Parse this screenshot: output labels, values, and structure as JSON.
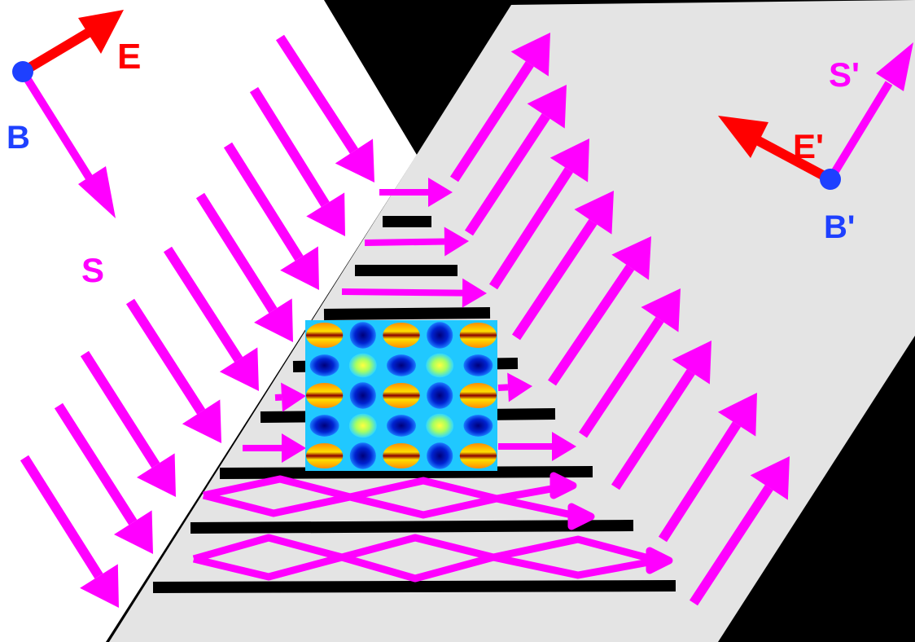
{
  "labels": {
    "incident_field": "E",
    "incident_magnetic": "B",
    "incident_poynting": "S",
    "reflected_poynting": "S'",
    "reflected_field": "E'",
    "reflected_magnetic": "B'"
  },
  "colors": {
    "background": "#000000",
    "incident_region": "#ffffff",
    "reflected_region": "#e4e4e4",
    "poynting": "#ff00ff",
    "electric": "#ff0000",
    "magnetic": "#1e40ff",
    "layer": "#000000"
  }
}
